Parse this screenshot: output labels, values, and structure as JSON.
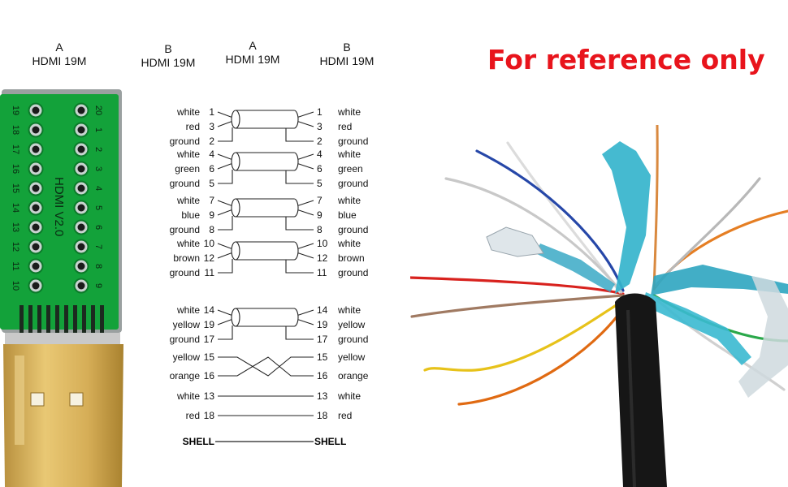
{
  "header": {
    "left_pcb_a": "A",
    "left_pcb_model": "HDMI 19M",
    "left_pcb_b": "B",
    "left_pcb_b_model": "HDMI 19M",
    "diag_a": "A",
    "diag_a_model": "HDMI 19M",
    "diag_b": "B",
    "diag_b_model": "HDMI 19M"
  },
  "reference_note": "For reference only",
  "pcb": {
    "board_label": "HDMI V2.0",
    "top_row_labels": [
      "20",
      "1",
      "2",
      "3",
      "4",
      "5",
      "6",
      "7",
      "8",
      "9"
    ],
    "bottom_row_labels": [
      "19",
      "18",
      "17",
      "16",
      "15",
      "14",
      "13",
      "12",
      "11",
      "10"
    ]
  },
  "groups": [
    {
      "pins": [
        {
          "left": "white",
          "num": "1",
          "rnum": "1",
          "right": "white"
        },
        {
          "left": "red",
          "num": "3",
          "rnum": "3",
          "right": "red"
        },
        {
          "left": "ground",
          "num": "2",
          "rnum": "2",
          "right": "ground"
        }
      ]
    },
    {
      "pins": [
        {
          "left": "white",
          "num": "4",
          "rnum": "4",
          "right": "white"
        },
        {
          "left": "green",
          "num": "6",
          "rnum": "6",
          "right": "green"
        },
        {
          "left": "ground",
          "num": "5",
          "rnum": "5",
          "right": "ground"
        }
      ]
    },
    {
      "pins": [
        {
          "left": "white",
          "num": "7",
          "rnum": "7",
          "right": "white"
        },
        {
          "left": "blue",
          "num": "9",
          "rnum": "9",
          "right": "blue"
        },
        {
          "left": "ground",
          "num": "8",
          "rnum": "8",
          "right": "ground"
        }
      ]
    },
    {
      "pins": [
        {
          "left": "white",
          "num": "10",
          "rnum": "10",
          "right": "white"
        },
        {
          "left": "brown",
          "num": "12",
          "rnum": "12",
          "right": "brown"
        },
        {
          "left": "ground",
          "num": "11",
          "rnum": "11",
          "right": "ground"
        }
      ]
    },
    {
      "pins": [
        {
          "left": "white",
          "num": "14",
          "rnum": "14",
          "right": "white"
        },
        {
          "left": "yellow",
          "num": "19",
          "rnum": "19",
          "right": "yellow"
        },
        {
          "left": "ground",
          "num": "17",
          "rnum": "17",
          "right": "ground"
        }
      ]
    }
  ],
  "crossover": [
    {
      "left": "yellow",
      "num": "15",
      "rnum": "15",
      "right": "yellow"
    },
    {
      "left": "orange",
      "num": "16",
      "rnum": "16",
      "right": "orange"
    }
  ],
  "straight": [
    {
      "left": "white",
      "num": "13",
      "rnum": "13",
      "right": "white"
    },
    {
      "left": "red",
      "num": "18",
      "rnum": "18",
      "right": "red"
    }
  ],
  "shell": {
    "left": "SHELL",
    "right": "SHELL"
  },
  "colors": {
    "pcb_green": "#13a23a",
    "pcb_dark": "#0c7a2a",
    "gold": "#d9b25a",
    "gold_dark": "#a9822f",
    "reference_red": "#e8141c",
    "jacket": "#161616",
    "foil": "#35b4cc"
  },
  "cable_wires": [
    {
      "color": "#d8221e"
    },
    {
      "color": "#a07a62"
    },
    {
      "color": "#e7c21a"
    },
    {
      "color": "#e06a12"
    },
    {
      "color": "#dcdcdc"
    },
    {
      "color": "#2647a8"
    },
    {
      "color": "#c8c8c8"
    },
    {
      "color": "#e57e23"
    },
    {
      "color": "#2aa84a"
    },
    {
      "color": "#d0d0d0"
    },
    {
      "color": "#b8b8b8"
    }
  ]
}
